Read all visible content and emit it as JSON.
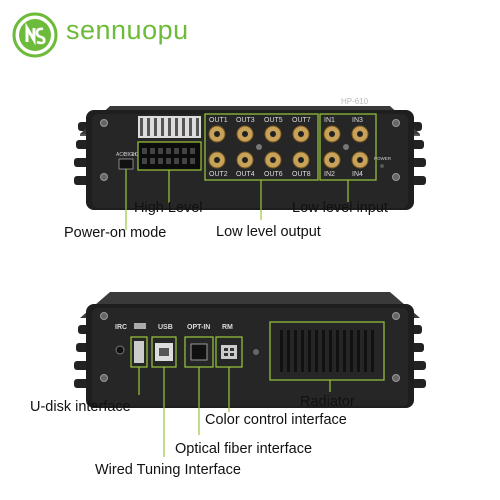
{
  "brand": {
    "name": "sennuopu",
    "logo_color": "#6dbb3a"
  },
  "top_device": {
    "model_badge": "HP-610",
    "outputs": [
      "OUT1",
      "OUT3",
      "OUT5",
      "OUT7",
      "OUT2",
      "OUT4",
      "OUT6",
      "OUT8"
    ],
    "inputs": [
      "IN1",
      "IN3",
      "IN2",
      "IN4"
    ],
    "acc_labels": [
      "ACC",
      "HIGH",
      "LO"
    ],
    "power_label": "POWER"
  },
  "top_callouts": {
    "high_level": "High Level",
    "power_on_mode": "Power-on mode",
    "low_level_input": "Low level input",
    "low_level_output": "Low level output"
  },
  "bottom_device": {
    "port_labels": [
      "IRC",
      "USB",
      "OPT-IN",
      "RM"
    ]
  },
  "bottom_callouts": {
    "radiator": "Radiator",
    "udisk": "U-disk interface",
    "color_control": "Color control interface",
    "optical": "Optical fiber interface",
    "wired_tuning": "Wired Tuning Interface"
  },
  "colors": {
    "callout_line": "#9bc83c",
    "device_body": "#2b2b2b"
  }
}
